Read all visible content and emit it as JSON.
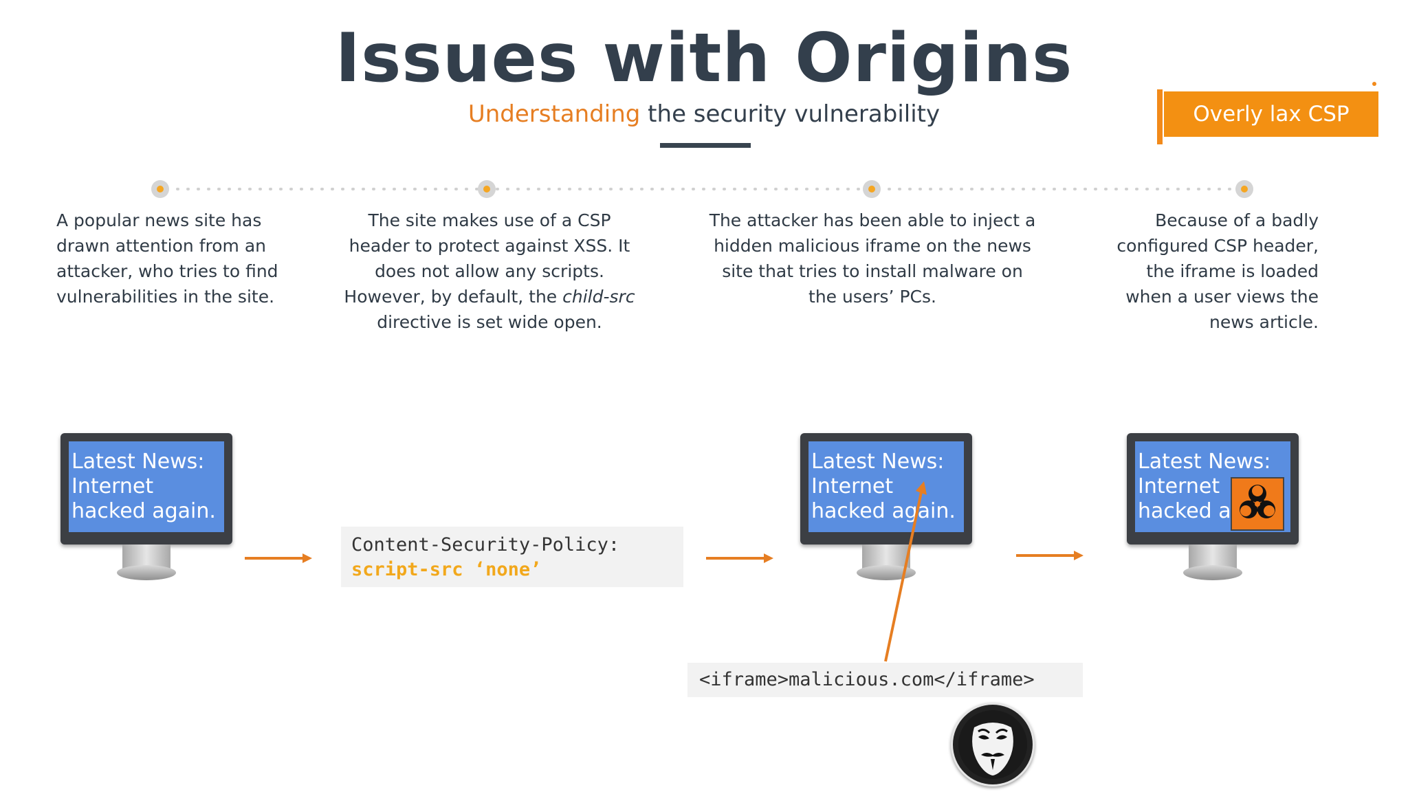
{
  "header": {
    "title": "Issues with Origins",
    "subtitle_highlight": "Understanding",
    "subtitle_rest": " the security vulnerability"
  },
  "tag": {
    "label": "Overly lax CSP"
  },
  "steps": [
    {
      "text": "A popular news site has drawn attention from an attacker, who tries to find vulnerabilities in the site."
    },
    {
      "text_before": "The site makes use of a CSP header to protect against XSS. It does not allow any scripts. However, by default, the ",
      "text_em": "child-src",
      "text_after": " directive is set wide open."
    },
    {
      "text": "The attacker has been able to inject a hidden malicious iframe on the news site that tries to install malware on the users’ PCs."
    },
    {
      "text": "Because of a badly configured CSP header, the iframe is loaded when a user views the news article."
    }
  ],
  "monitors": [
    {
      "lines": [
        "Latest News:",
        "Internet",
        "hacked again."
      ]
    },
    {
      "lines": [
        "Latest News:",
        "Internet",
        "hacked again."
      ]
    },
    {
      "lines": [
        "Latest News:",
        "Internet",
        "hacked ag"
      ]
    }
  ],
  "csp_box": {
    "header": "Content-Security-Policy:",
    "value": "script-src ‘none’"
  },
  "iframe_box": {
    "code": "<iframe>malicious.com</iframe>"
  },
  "icons": {
    "hazard": "biohazard-icon",
    "attacker": "anonymous-mask-icon"
  },
  "colors": {
    "accent": "#e67e22",
    "tag": "#f39012",
    "screen": "#5a8ee0",
    "code_keyword": "#f2a81c"
  }
}
